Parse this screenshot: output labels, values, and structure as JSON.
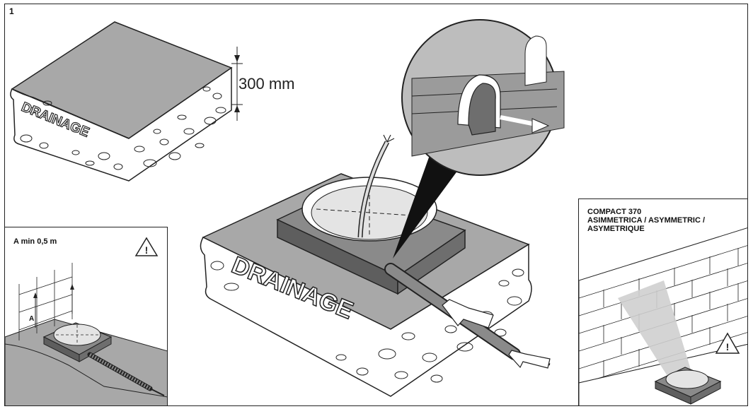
{
  "figure": {
    "number": "1",
    "dimension_label": "300 mm",
    "slab_text_small": "DRAINAGE",
    "slab_text_large": "DRAINAGE"
  },
  "inset_left": {
    "title": "A min 0,5 m",
    "dimension_letter": "A",
    "warning_icon": "warning-triangle-icon"
  },
  "inset_right": {
    "line1": "COMPACT 370",
    "line2": "ASIMMETRICA / ASYMMETRIC /",
    "line3": "ASYMETRIQUE",
    "warning_icon": "warning-triangle-icon"
  },
  "colors": {
    "slab_top": "#a8a8a8",
    "slab_side": "#ffffff",
    "fixture": "#8a8a8a",
    "fixture_dark": "#5e5e5e",
    "line": "#222222",
    "wall": "#ffffff",
    "light_beam": "#cfcfcf"
  }
}
